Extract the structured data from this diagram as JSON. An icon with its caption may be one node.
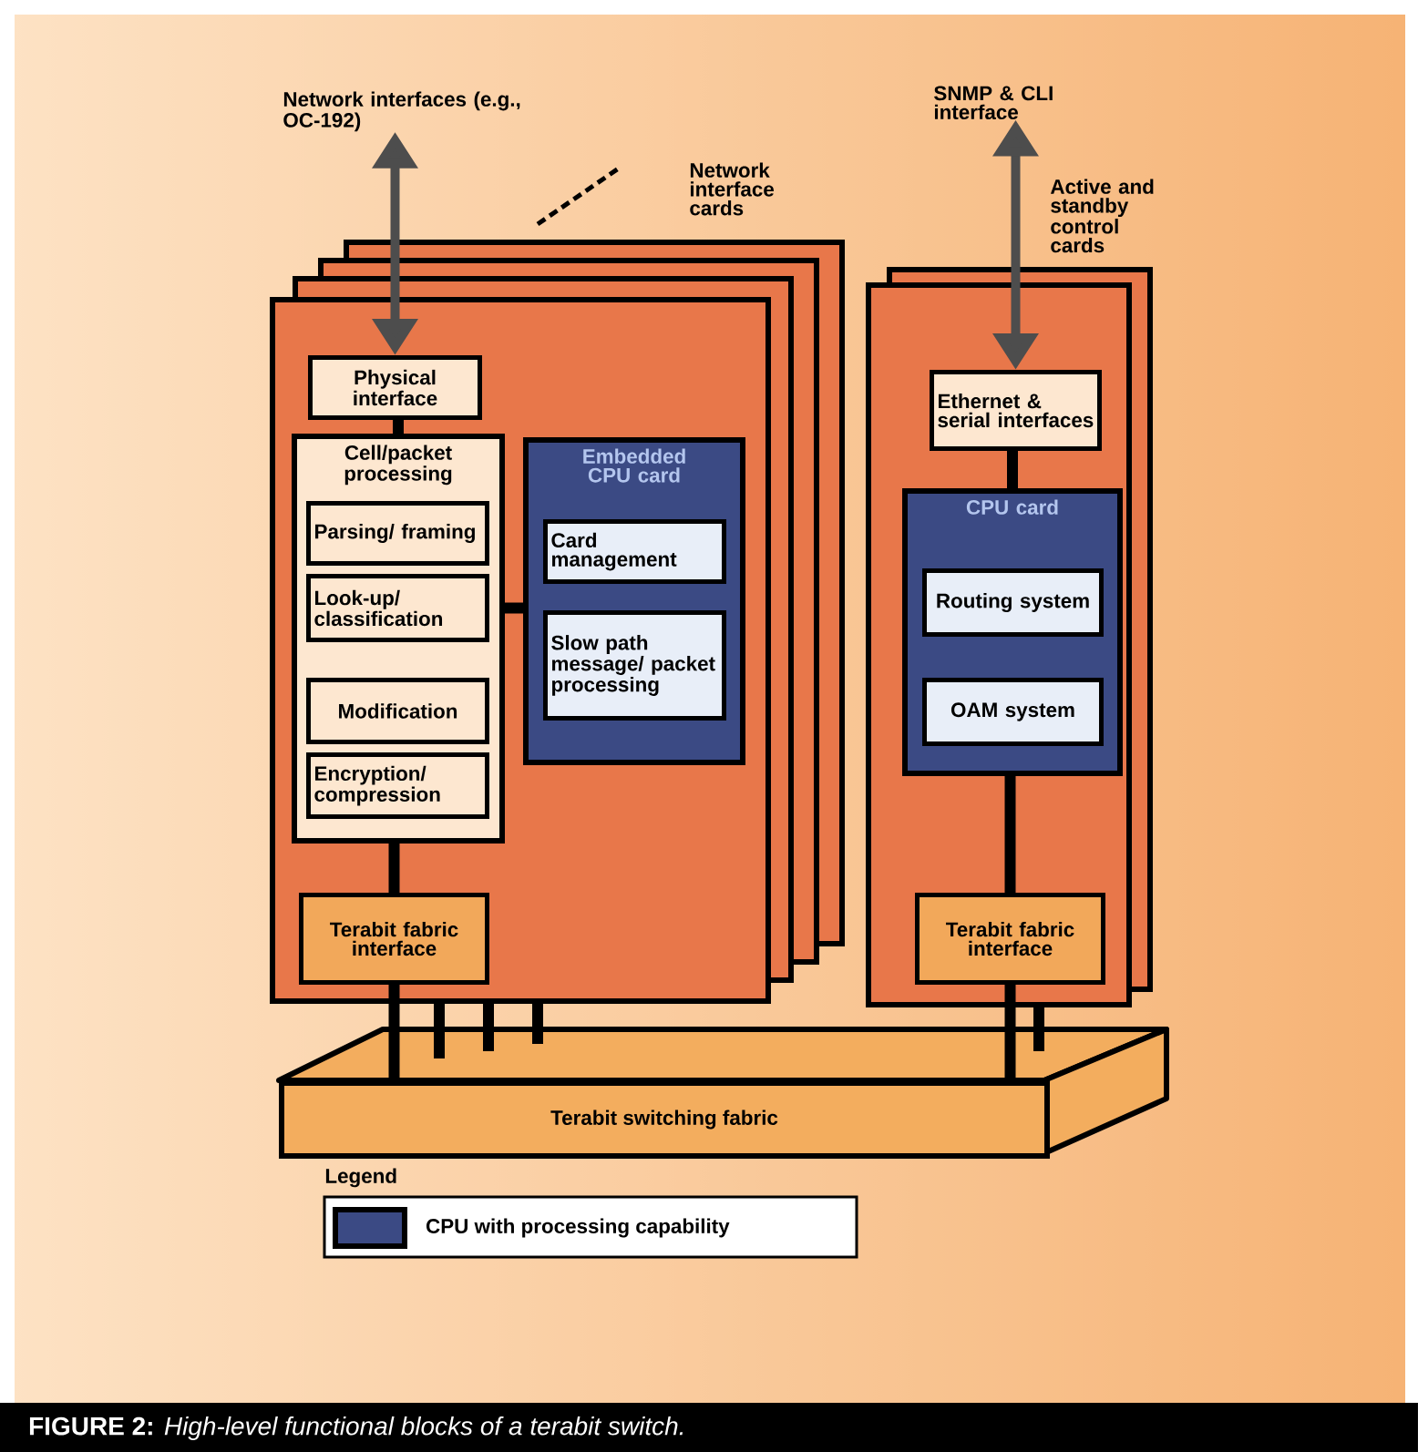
{
  "diagram": {
    "caption": "**FIGURE 2:** *High-level functional blocks of a terabit switch.*",
    "nodes": [
      {
        "text": [
          "Network interfaces (e.g., OC-192)"
        ]
      },
      {
        "text": [],
        "shape": "box"
      },
      {
        "text": [
          "Physical interface"
        ],
        "in": 1
      },
      {
        "text": [
          "Cell/packet processing"
        ],
        "in": 1
      },
      {
        "text": [
          "Parsing/ framing"
        ],
        "in": 3
      },
      {
        "text": [
          "Look-up/ classification"
        ],
        "in": 3
      },
      {
        "text": [
          "Modification"
        ],
        "in": 3
      },
      {
        "text": [
          "Encryption/ compression"
        ],
        "in": 3
      },
      {
        "text": [
          "Embedded CPU card"
        ],
        "in": 1
      },
      {
        "text": [
          "Card management"
        ],
        "in": 8
      },
      {
        "text": [
          "Slow path message/ packet processing"
        ],
        "in": 8
      },
      {
        "text": [
          "Terabit fabric interface"
        ],
        "in": 1
      },
      {
        "text": [
          "SNMP & CLI interface"
        ]
      },
      {
        "text": [],
        "shape": "box"
      },
      {
        "text": [
          "Ethernet & serial interfaces"
        ],
        "in": 13
      },
      {
        "text": [
          "CPU card"
        ],
        "in": 13
      },
      {
        "text": [
          "Routing system"
        ],
        "in": 15
      },
      {
        "text": [
          "OAM system"
        ],
        "in": 15
      },
      {
        "text": [
          "Terabit fabric interface"
        ],
        "in": 13
      },
      {
        "text": [
          "Terabit switching fabric"
        ]
      }
    ],
    "edges": [
      {
        "from": 0,
        "to": 2,
        "arrow": "both",
        "color": "#4d4d4d"
      },
      {
        "from": 2,
        "to": 3,
        "arrow": "none"
      },
      {
        "from": 3,
        "to": 8,
        "arrow": "none"
      },
      {
        "from": 3,
        "to": 11,
        "arrow": "none"
      },
      {
        "from": 11,
        "to": 19,
        "arrow": "none"
      },
      {
        "from": 12,
        "to": 14,
        "arrow": "both",
        "color": "#4d4d4d"
      },
      {
        "from": 14,
        "to": 15,
        "arrow": "none"
      },
      {
        "from": 15,
        "to": 18,
        "arrow": "none"
      },
      {
        "from": 18,
        "to": 19,
        "arrow": "none"
      },
      {
        "from": 1,
        "to": 19,
        "arrow": "none"
      },
      {
        "from": 1,
        "to": 19,
        "arrow": "none"
      },
      {
        "from": 1,
        "to": 19,
        "arrow": "none"
      },
      {
        "from": 13,
        "to": 19,
        "arrow": "none"
      }
    ],
    "labels": [
      "Network interface cards",
      "Active and standby control cards",
      "Legend"
    ],
    "legend": [
      {
        "text": "CPU with processing capability",
        "color": "#3b4a84"
      }
    ]
  }
}
